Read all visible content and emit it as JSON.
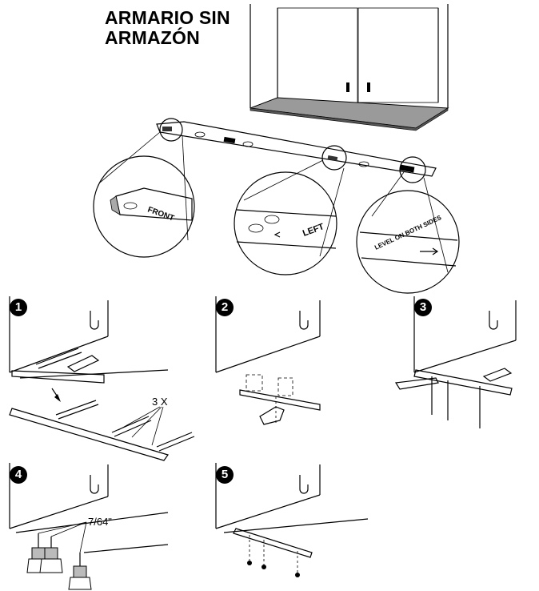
{
  "header": {
    "title_line1": "ARMARIO SIN",
    "title_line2": "ARMAZÓN"
  },
  "detail_labels": {
    "left_zoom": "FRONT",
    "middle_zoom": "LEFT",
    "right_zoom": "LEVEL ON BOTH SIDES"
  },
  "steps": [
    {
      "number": "1",
      "callout": "3 X"
    },
    {
      "number": "2",
      "callout": ""
    },
    {
      "number": "3",
      "callout": ""
    },
    {
      "number": "4",
      "callout": "7/64\""
    },
    {
      "number": "5",
      "callout": ""
    }
  ]
}
